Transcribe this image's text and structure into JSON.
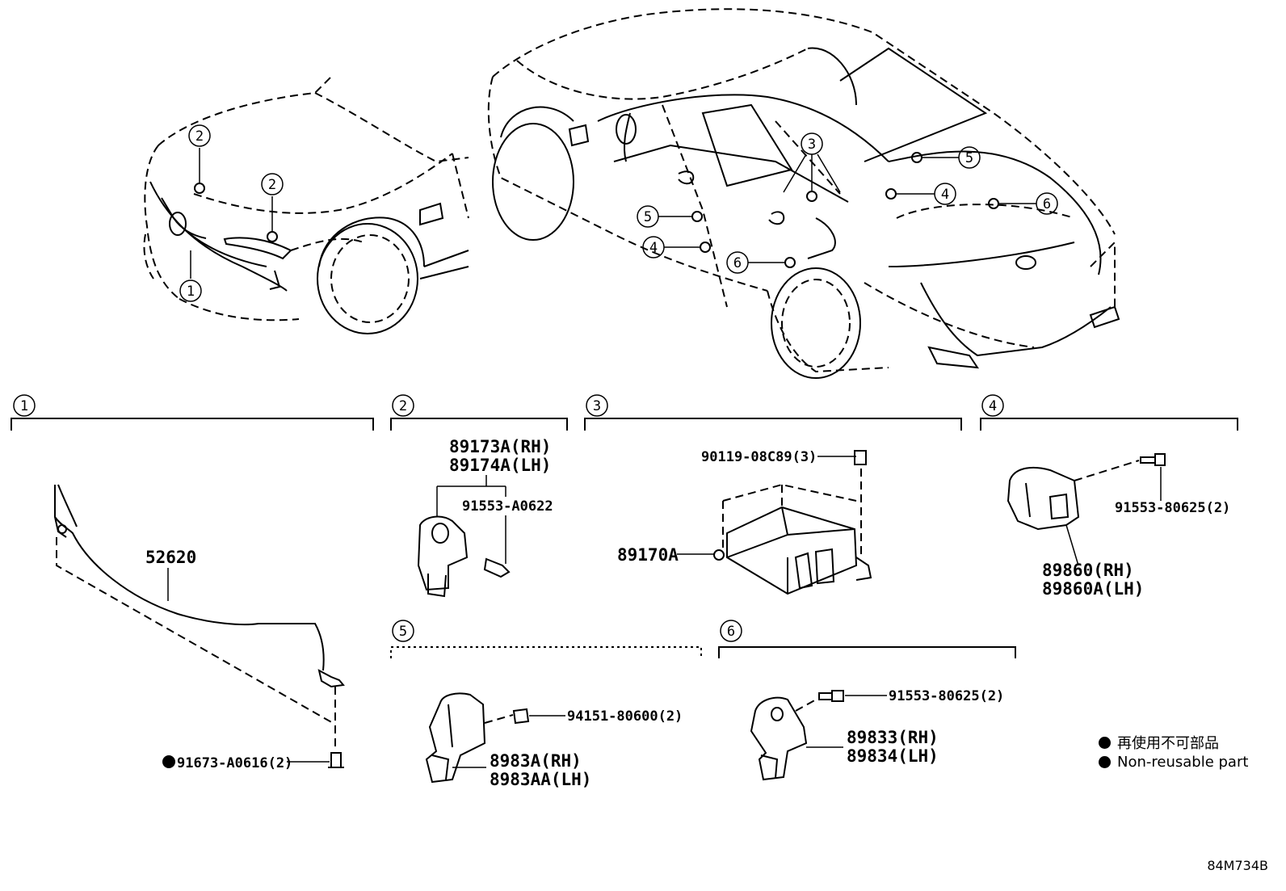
{
  "sections": [
    {
      "num": "1",
      "parts": [
        "52620",
        "91673-A0616(2)"
      ]
    },
    {
      "num": "2",
      "parts": [
        "89173A(RH)",
        "89174A(LH)",
        "91553-A0622"
      ]
    },
    {
      "num": "3",
      "parts": [
        "90119-08C89(3)",
        "89170A"
      ]
    },
    {
      "num": "4",
      "parts": [
        "91553-80625(2)",
        "89860(RH)",
        "89860A(LH)"
      ]
    },
    {
      "num": "5",
      "parts": [
        "94151-80600(2)",
        "8983A(RH)",
        "8983AA(LH)"
      ]
    },
    {
      "num": "6",
      "parts": [
        "91553-80625(2)",
        "89833(RH)",
        "89834(LH)"
      ]
    }
  ],
  "legend": {
    "japanese": "再使用不可部品",
    "english": "Non-reusable part"
  },
  "diagram_code": "84M734B"
}
